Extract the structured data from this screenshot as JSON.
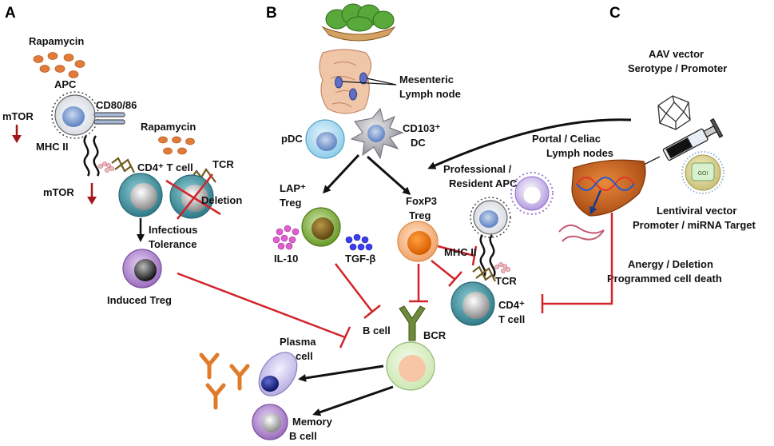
{
  "panels": {
    "a": "A",
    "b": "B",
    "c": "C"
  },
  "panel_a": {
    "rapamycin_top": "Rapamycin",
    "apc": "APC",
    "cd80_86": "CD80/86",
    "mtor_top": "mTOR",
    "mhc2": "MHC II",
    "rapamycin_mid": "Rapamycin",
    "cd4_t_cell": "CD4⁺ T cell",
    "tcr": "TCR",
    "mtor_mid": "mTOR",
    "deletion": "Deletion",
    "infectious_line1": "Infectious",
    "infectious_line2": "Tolerance",
    "induced_treg": "Induced Treg"
  },
  "panel_b": {
    "mesenteric_line1": "Mesenteric",
    "mesenteric_line2": "Lymph node",
    "pdc": "pDC",
    "cd103_line1": "CD103⁺",
    "cd103_line2": "DC",
    "lap_line1": "LAP⁺",
    "lap_line2": "Treg",
    "foxp3_line1": "FoxP3",
    "foxp3_line2": "Treg",
    "il10": "IL-10",
    "tgfb": "TGF-β",
    "b_cell": "B cell",
    "bcr": "BCR",
    "plasma_line1": "Plasma",
    "plasma_line2": "cell",
    "memory_line1": "Memory",
    "memory_line2": "B cell"
  },
  "panel_c": {
    "aav_line1": "AAV vector",
    "aav_line2": "Serotype / Promoter",
    "portal_line1": "Portal / Celiac",
    "portal_line2": "Lymph nodes",
    "prof_line1": "Professional /",
    "prof_line2": "Resident APC",
    "mhc2": "MHC II",
    "tcr": "TCR",
    "cd4_line1": "CD4⁺",
    "cd4_line2": "T cell",
    "lenti_line1": "Lentiviral vector",
    "lenti_line2": "Promoter / miRNA Target",
    "anergy_line1": "Anergy / Deletion",
    "anergy_line2": "Programmed cell death",
    "virus_label": "GOI"
  },
  "colors": {
    "red_inhibition": "#d2232a",
    "black_arrow": "#111111",
    "dark_red_arrow": "#a4161a",
    "rapamycin_dots": "#e07b39",
    "t_cell_teal": "#3f8c9a",
    "antibody_orange": "#e07b2a"
  }
}
